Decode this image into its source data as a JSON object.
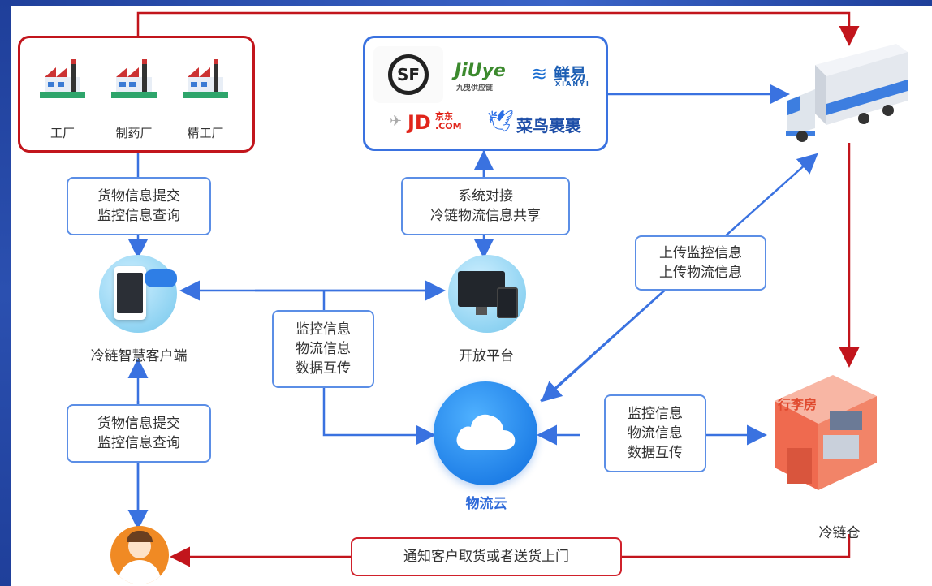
{
  "factories": {
    "items": [
      {
        "label": "工厂"
      },
      {
        "label": "制药厂"
      },
      {
        "label": "精工厂"
      }
    ]
  },
  "logistics_partners": {
    "logos": [
      {
        "text": "SF",
        "name": "sf-express"
      },
      {
        "text": "JiUye",
        "sub": "九曳供应链",
        "name": "jiuye"
      },
      {
        "text": "鲜易",
        "sub": "XIANYI",
        "name": "xianyi"
      },
      {
        "text": "JD",
        "suffix": ".COM",
        "prefix": "京东",
        "name": "jd"
      },
      {
        "text": "菜鸟裹裹",
        "name": "cainiao"
      }
    ]
  },
  "labels": {
    "factory_link": [
      "货物信息提交",
      "监控信息查询"
    ],
    "partner_link": [
      "系统对接",
      "冷链物流信息共享"
    ],
    "truck_link": [
      "上传监控信息",
      "上传物流信息"
    ],
    "center_link": [
      "监控信息",
      "物流信息",
      "数据互传"
    ],
    "warehouse_link": [
      "监控信息",
      "物流信息",
      "数据互传"
    ],
    "customer_link": [
      "货物信息提交",
      "监控信息查询"
    ],
    "notify": "通知客户取货或者送货上门"
  },
  "nodes": {
    "client": "冷链智慧客户端",
    "platform": "开放平台",
    "cloud": "物流云",
    "warehouse": "冷链仓",
    "warehouse_sign": "行李房"
  },
  "colors": {
    "red": "#c2151c",
    "blue": "#3a72e0",
    "cloud_blue": "#2e6ad9"
  }
}
